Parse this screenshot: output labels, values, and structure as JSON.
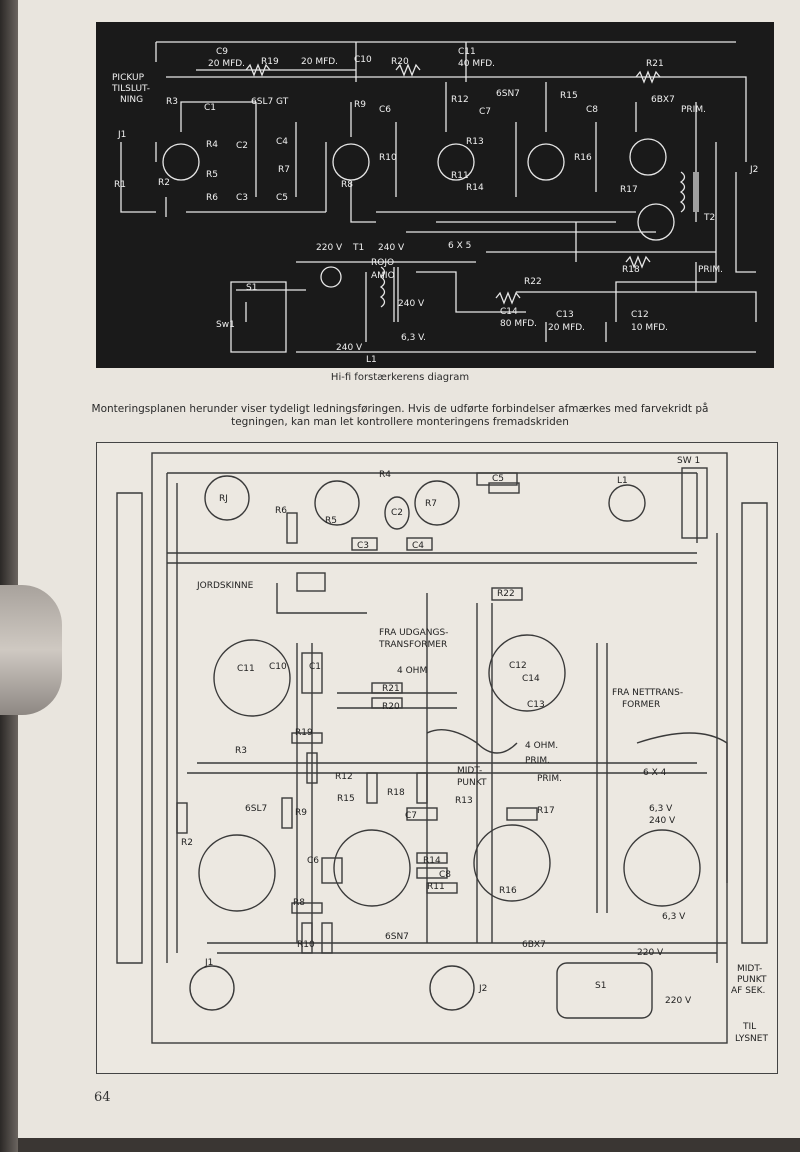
{
  "schematic": {
    "caption": "Hi-fi forstærkerens diagram",
    "labels": {
      "pickup": [
        "PICKUP",
        "TILSLUT-",
        "NING"
      ],
      "c9": "C9",
      "c9_val": "20 MFD.",
      "r19": "R19",
      "c10_val": "20 MFD.",
      "c10": "C10",
      "r20": "R20",
      "c11": "C11",
      "c11_val": "40 MFD.",
      "r21": "R21",
      "tube_6sl7": "6SL7 GT",
      "tube_6sn7": "6SN7",
      "tube_6bx7": "6BX7",
      "prim_top": "PRIM.",
      "prim_bottom": "PRIM.",
      "r1": "R1",
      "r2": "R2",
      "r3": "R3",
      "r4": "R4",
      "r5": "R5",
      "r6": "R6",
      "r7": "R7",
      "r8": "R8",
      "r9": "R9",
      "r10": "R10",
      "r11": "R11",
      "r12": "R12",
      "r13": "R13",
      "r14": "R14",
      "r15": "R15",
      "r16": "R16",
      "r17": "R17",
      "r18": "R18",
      "r22": "R22",
      "c1": "C1",
      "c2": "C2",
      "c3": "C3",
      "c4": "C4",
      "c5": "C5",
      "c6": "C6",
      "c7": "C7",
      "c8": "C8",
      "j1": "J1",
      "j2": "J2",
      "t2": "T2",
      "l1": "L1",
      "s1": "S1",
      "sw1": "Sw1",
      "v220": "220 V",
      "t1": "T1",
      "v240": "240 V",
      "tube_6x5": "6 X 5",
      "rojo": "ROJO",
      "amio": "AMIO",
      "v240b": "240 V",
      "v240c": "240 V",
      "v63": "6,3 V.",
      "c14": "C14",
      "c14_val": "80 MFD.",
      "c13": "C13",
      "c13_val": "20 MFD.",
      "c12": "C12",
      "c12_val": "10 MFD."
    }
  },
  "intro_text": "Monteringsplanen herunder viser tydeligt ledningsføringen. Hvis de udførte forbindelser afmærkes med farvekridt på tegningen, kan man let kontrollere monteringens fremadskriden",
  "layout": {
    "labels": {
      "r1": "RJ",
      "r6": "R6",
      "r5": "R5",
      "r4": "R4",
      "c2": "C2",
      "r7": "R7",
      "c5": "C5",
      "l1": "L1",
      "sw1": "SW 1",
      "c3": "C3",
      "c4": "C4",
      "jordskinne": "JORDSKINNE",
      "r22": "R22",
      "fra_udgang": [
        "FRA UDGANGS-",
        "TRANSFORMER"
      ],
      "ohm4a": "4 OHM",
      "c11": "C11",
      "c10": "C10",
      "c1": "C1",
      "c12": "C12",
      "c14": "C14",
      "c13": "C13",
      "r21": "R21",
      "r20": "R20",
      "fra_net": [
        "FRA NETTRANS-",
        "FORMER"
      ],
      "r3": "R3",
      "r19": "R19",
      "ohm4b": "4 OHM.",
      "prim1": "PRIM.",
      "midt": [
        "MIDT-",
        "PUNKT"
      ],
      "prim2": "PRIM.",
      "r12": "R12",
      "r15": "R15",
      "r18": "R18",
      "r13": "R13",
      "r17": "R17",
      "tube_6x4": "6 X 4",
      "tube_6sl7": "6SL7",
      "r9": "R9",
      "c7": "C7",
      "r2": "R2",
      "c6": "C6",
      "r14": "R14",
      "r11": "R11",
      "c8": "C8",
      "v63a": "6,3 V",
      "v240": "240 V",
      "r8": "R8",
      "r16": "R16",
      "v63b": "6,3 V",
      "r10": "R10",
      "tube_6sn7": "6SN7",
      "tube_6bx7": "6BX7",
      "v220a": "220 V",
      "j1": "J1",
      "j2": "J2",
      "s1": "S1",
      "midtpunkt": [
        "MIDT-",
        "PUNKT",
        "AF SEK."
      ],
      "v220b": "220 V",
      "til": [
        "TIL",
        "LYSNET"
      ]
    }
  },
  "page_number": "64"
}
